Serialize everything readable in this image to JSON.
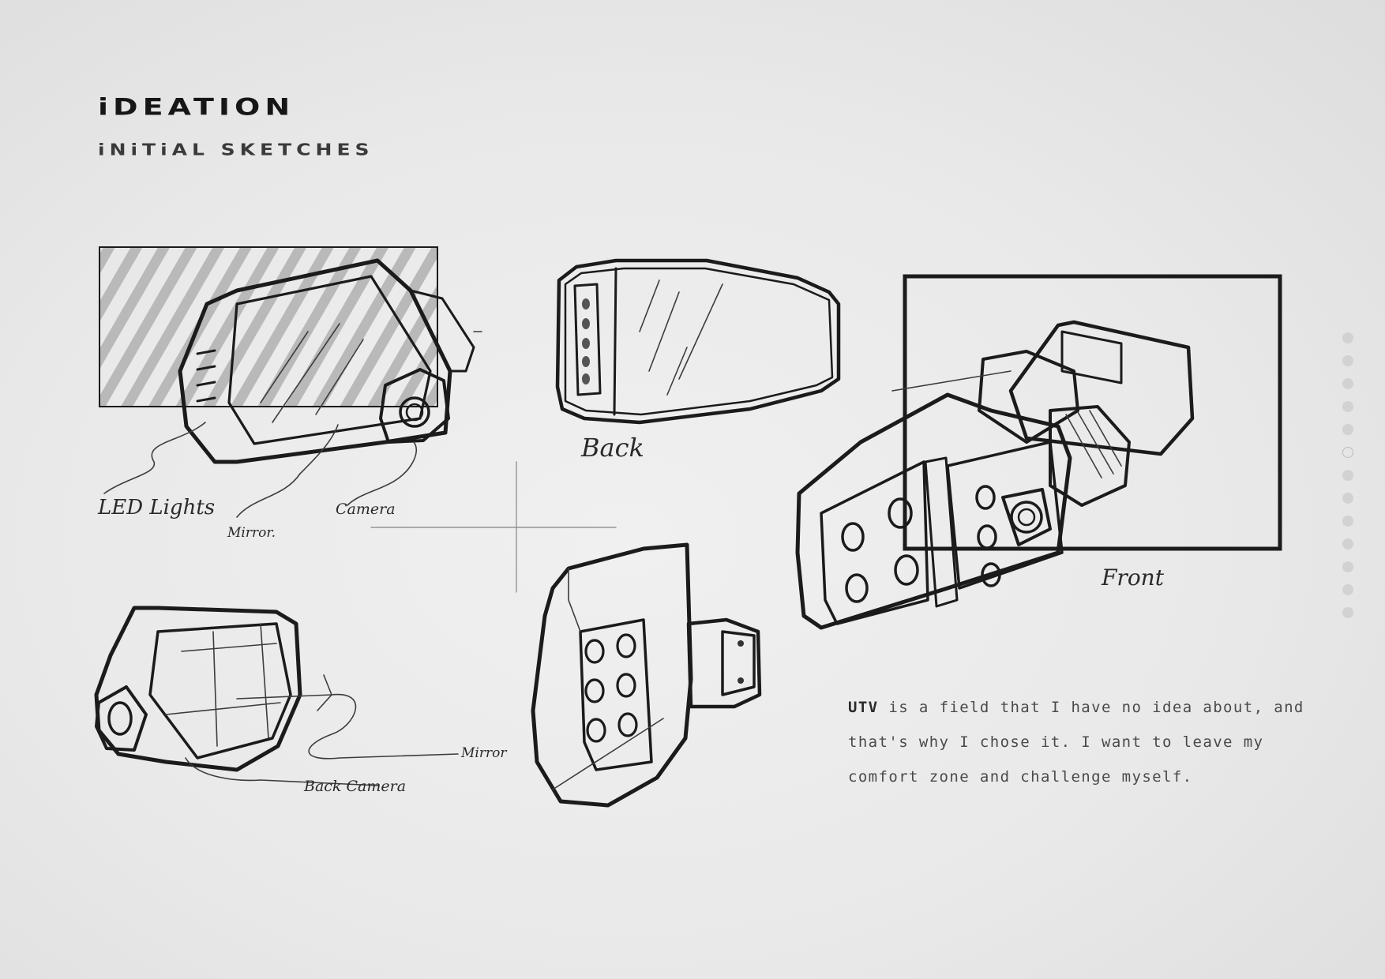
{
  "header": {
    "title": "iDEATION",
    "subtitle": "iNiTiAL SKETCHES"
  },
  "annotations": {
    "led_lights": "LED Lights",
    "mirror_top": "Mirror.",
    "camera": "Camera",
    "back": "Back",
    "front": "Front",
    "mirror_bottom": "Mirror",
    "back_camera": "Back Camera"
  },
  "description": {
    "highlight": "UTV",
    "text": " is a field that I have no idea about, and that's why I chose it. I want to leave my comfort zone and challenge myself."
  },
  "pagination": {
    "total": 13,
    "active_index": 5
  },
  "colors": {
    "background": "#e9e9e9",
    "ink": "#1b1b1b",
    "dot": "#d2d2d2"
  }
}
